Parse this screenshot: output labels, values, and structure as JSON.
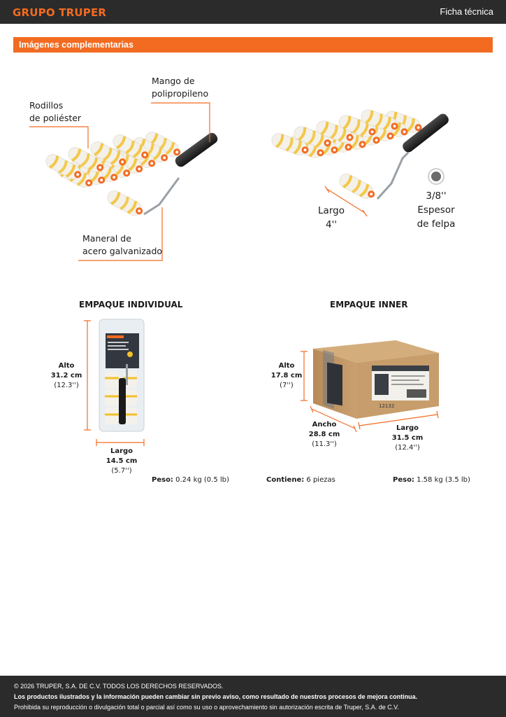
{
  "header": {
    "brand": "GRUPO TRUPER",
    "doc_type": "Ficha técnica"
  },
  "section": {
    "title": "Imágenes complementarias"
  },
  "callouts": {
    "mango": [
      "Mango de",
      "polipropileno"
    ],
    "rodillos": [
      "Rodillos",
      "de poliéster"
    ],
    "maneral": [
      "Maneral de",
      "acero galvanizado"
    ],
    "largo": [
      "Largo",
      "4''"
    ],
    "espesor": [
      "3/8''",
      "Espesor",
      "de felpa"
    ]
  },
  "packaging": {
    "individual": {
      "title": "EMPAQUE INDIVIDUAL",
      "alto": {
        "label": "Alto",
        "metric": "31.2 cm",
        "imperial": "(12.3'')"
      },
      "largo": {
        "label": "Largo",
        "metric": "14.5 cm",
        "imperial": "(5.7'')"
      },
      "peso_label": "Peso:",
      "peso_value": "0.24 kg (0.5 lb)"
    },
    "inner": {
      "title": "EMPAQUE INNER",
      "alto": {
        "label": "Alto",
        "metric": "17.8 cm",
        "imperial": "(7'')"
      },
      "ancho": {
        "label": "Ancho",
        "metric": "28.8 cm",
        "imperial": "(11.3'')"
      },
      "largo": {
        "label": "Largo",
        "metric": "31.5 cm",
        "imperial": "(12.4'')"
      },
      "contiene_label": "Contiene:",
      "contiene_value": "6 piezas",
      "peso_label": "Peso:",
      "peso_value": "1.58 kg (3.5 lb)",
      "box_code": "12132"
    }
  },
  "footer": {
    "copyright": "© 2026 TRUPER, S.A. DE C.V. TODOS LOS DERECHOS RESERVADOS.",
    "notice": "Los productos ilustrados y la información pueden cambiar sin previo aviso, como resultado de nuestros procesos de mejora continua.",
    "prohibition": "Prohibida su reproducción o divulgación total o parcial así como su uso o aprovechamiento sin autorización escrita de Truper, S.A. de C.V."
  },
  "colors": {
    "accent": "#f26b21",
    "header_bg": "#2b2b2b",
    "roller_yellow": "#f2c02a",
    "cardboard": "#c39a69"
  }
}
